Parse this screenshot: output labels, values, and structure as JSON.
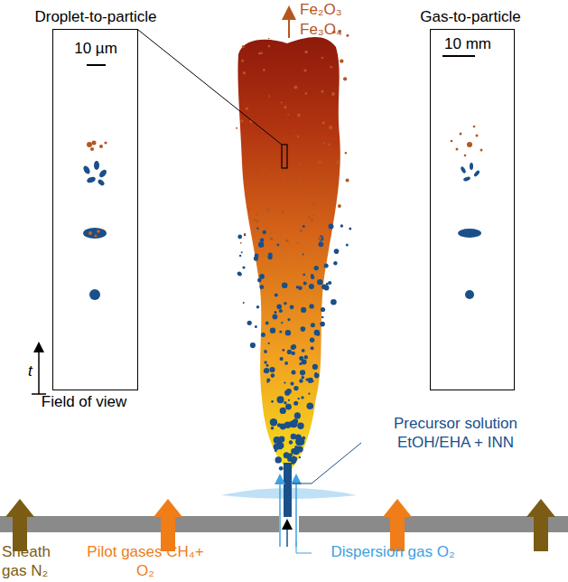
{
  "diagram": {
    "nodes": [
      {
        "text": [
          "Droplet-to-particle",
          "10 µm",
          "t",
          "Field of view"
        ]
      },
      {
        "text": [
          "Gas-to-particle",
          "10 mm"
        ]
      }
    ],
    "labels": [
      "Fe₂O₃",
      "Fe₃O₄",
      "Precursor solution EtOH/EHA + INN",
      "Sheath gas N₂",
      "Pilot gases CH₄+ O₂",
      "Dispersion gas O₂"
    ]
  }
}
